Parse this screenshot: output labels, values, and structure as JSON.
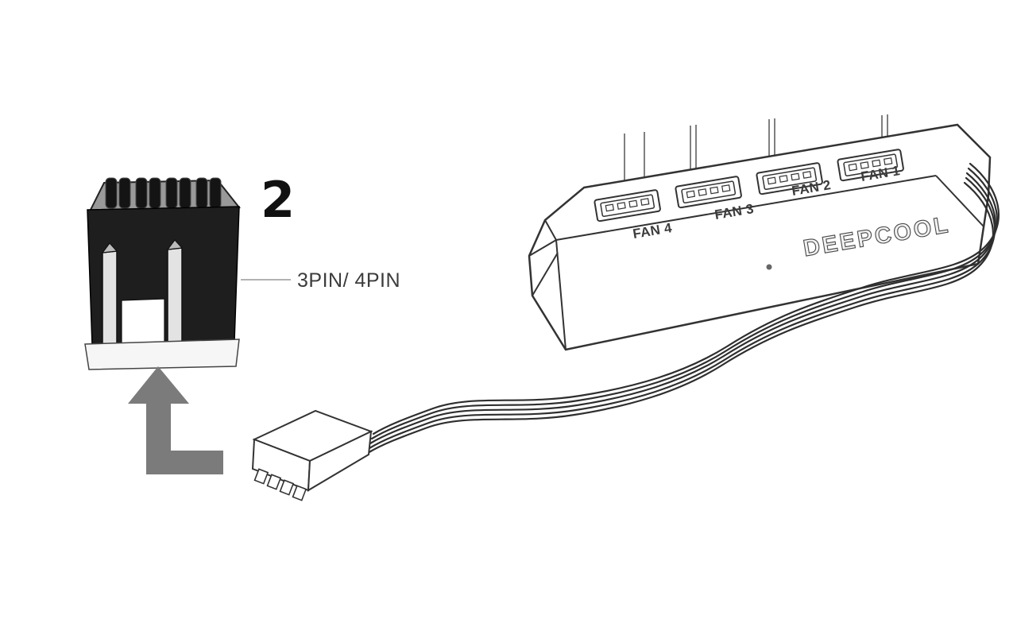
{
  "diagram": {
    "step_number": "2",
    "connector": {
      "label": "3PIN/ 4PIN"
    },
    "hub": {
      "brand": "DEEPCOOL",
      "ports": [
        {
          "label": "FAN 4"
        },
        {
          "label": "FAN 3"
        },
        {
          "label": "FAN 2"
        },
        {
          "label": "FAN 1"
        }
      ]
    },
    "colors": {
      "background": "#ffffff",
      "outline": "#333333",
      "connector_body": "#1e1e1e",
      "connector_top": "#999999",
      "latch_light": "#e3e3e3",
      "arrow": "#7b7b7b",
      "label_text": "#3c3c3c",
      "brand_fill": "#f2f2f2",
      "brand_stroke": "#4a4a4a"
    }
  }
}
